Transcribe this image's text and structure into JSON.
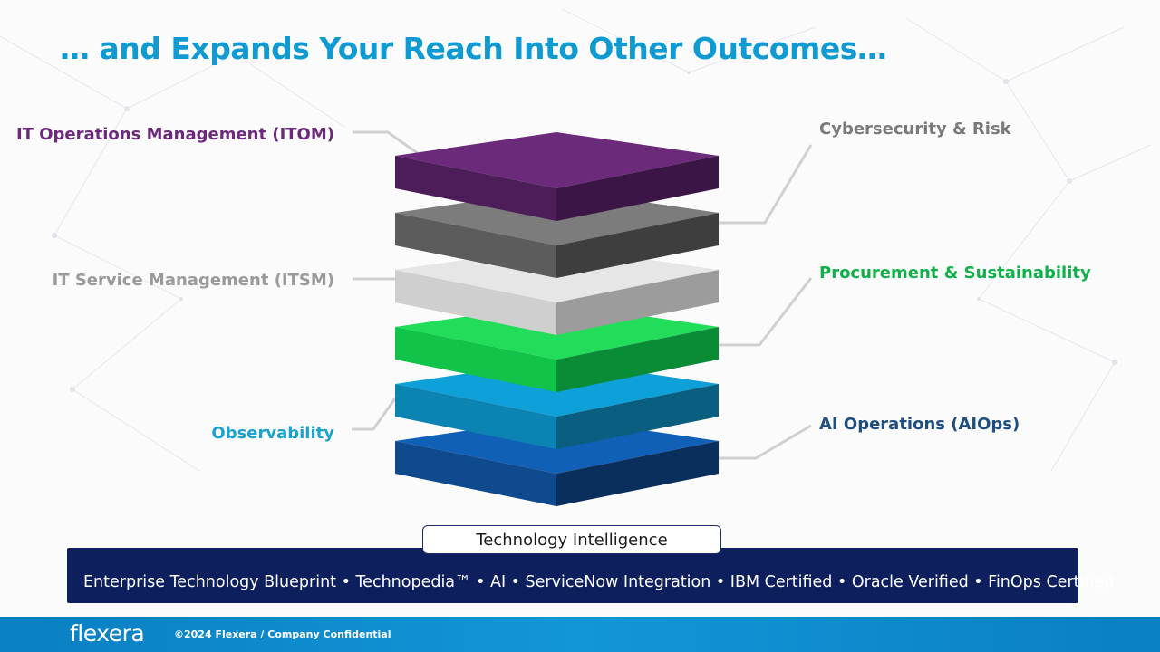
{
  "slide": {
    "title": "… and Expands Your Reach Into Other Outcomes…"
  },
  "labels": {
    "itom": {
      "text": "IT Operations Management (ITOM)",
      "color": "#6b2a7a"
    },
    "cyber": {
      "text": "Cybersecurity & Risk",
      "color": "#7a7a7a"
    },
    "itsm": {
      "text": "IT Service Management (ITSM)",
      "color": "#9a9a9a"
    },
    "procurement": {
      "text": "Procurement & Sustainability",
      "color": "#10b04a"
    },
    "observability": {
      "text": "Observability",
      "color": "#1aa3cf"
    },
    "aiops": {
      "text": "AI Operations (AIOps)",
      "color": "#1f4f80"
    }
  },
  "layers": [
    {
      "name": "itom",
      "top": "#6b2a7a",
      "left": "#4d1d5a",
      "right": "#3a1545"
    },
    {
      "name": "cyber",
      "top": "#7c7c7c",
      "left": "#5c5c5c",
      "right": "#3e3e3e"
    },
    {
      "name": "itsm",
      "top": "#e6e6e6",
      "left": "#cfcfcf",
      "right": "#9c9c9c"
    },
    {
      "name": "procurement",
      "top": "#22dd5a",
      "left": "#12c34a",
      "right": "#0a8c37"
    },
    {
      "name": "observability",
      "top": "#0ea0d8",
      "left": "#0c84b3",
      "right": "#0a5f80"
    },
    {
      "name": "aiops",
      "top": "#1160b8",
      "left": "#0f4a8e",
      "right": "#0a2f5c"
    }
  ],
  "foundation": {
    "label": "Technology Intelligence",
    "items": "Enterprise Technology Blueprint  • Technopedia™ • AI • ServiceNow Integration •  IBM Certified • Oracle Verified • FinOps Certified"
  },
  "footer": {
    "logo": "flexera",
    "copyright": "©2024 Flexera / Company Confidential"
  }
}
